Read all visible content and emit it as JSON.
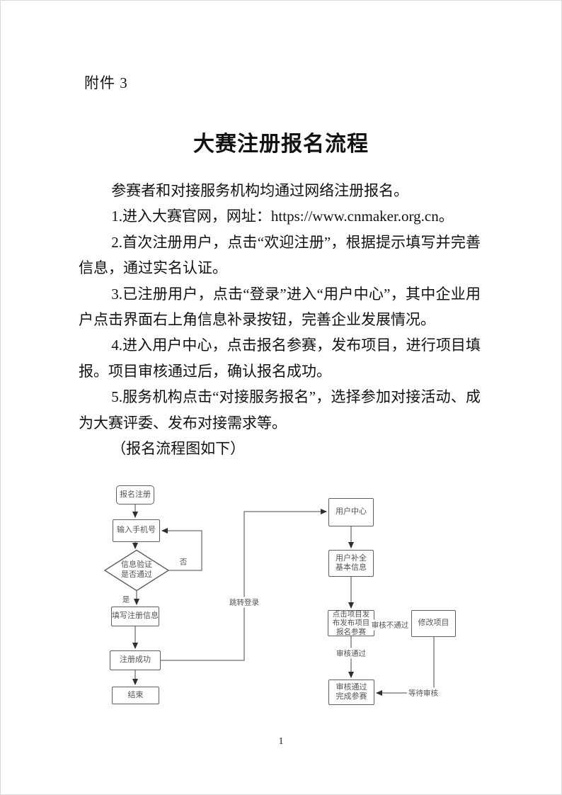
{
  "page": {
    "attachment_label": "附件 3",
    "title": "大赛注册报名流程",
    "page_number": "1"
  },
  "body": {
    "paragraphs": [
      "参赛者和对接服务机构均通过网络注册报名。",
      "1.进入大赛官网，网址：https://www.cnmaker.org.cn。",
      "2.首次注册用户，点击“欢迎注册”，根据提示填写并完善信息，通过实名认证。",
      "3.已注册用户，点击“登录”进入“用户中心”，其中企业用户点击界面右上角信息补录按钮，完善企业发展情况。",
      "4.进入用户中心，点击报名参赛，发布项目，进行项目填报。项目审核通过后，确认报名成功。",
      "5.服务机构点击“对接服务报名”，选择参加对接活动、成为大赛评委、发布对接需求等。",
      "（报名流程图如下）"
    ]
  },
  "flowchart": {
    "nodes": {
      "start": "报名注册",
      "enter_phone": "输入手机号",
      "verify_line1": "信息验证",
      "verify_line2": "是否通过",
      "fill_info": "填写注册信息",
      "register_success": "注册成功",
      "end": "结束",
      "user_center": "用户中心",
      "complete_line1": "用户补全",
      "complete_line2": "基本信息",
      "click_line1": "点击项目发",
      "click_line2": "布发布项目",
      "click_line3": "报名参赛",
      "modify_project": "修改项目",
      "finish_line1": "审核通过",
      "finish_line2": "完成参赛"
    },
    "edge_labels": {
      "no": "否",
      "yes": "是",
      "jump_login": "跳转登录",
      "review_fail": "审核不通过",
      "review_pass": "审核通过",
      "wait_review": "等待审核"
    },
    "colors": {
      "box_border": "#606060",
      "flow_text": "#545454",
      "line": "#6f6f6f",
      "arrowhead": "#2e2e2e",
      "body_text": "#121212"
    }
  }
}
